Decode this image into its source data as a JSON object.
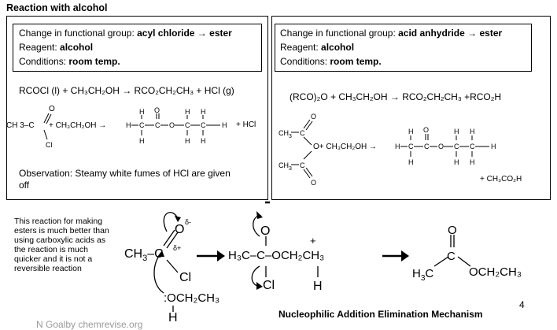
{
  "title": "Reaction with alcohol",
  "left_box": {
    "change_label": "Change in functional group: ",
    "change_value": "acyl chloride → ester",
    "reagent_label": "Reagent: ",
    "reagent_value": "alcohol",
    "conditions_label": "Conditions: ",
    "conditions_value": "room temp.",
    "equation": "RCOCl (l) + CH₃CH₂OH → RCO₂CH₂CH₃ + HCl (g)",
    "struct_reactant": "CH 3–C",
    "struct_plus_ethanol": "+ CH₃CH₂OH →",
    "struct_plus_hcl": "+ HCl",
    "observation": "Observation: Steamy white fumes of HCl are given off"
  },
  "right_box": {
    "change_label": "Change in functional group: ",
    "change_value": "acid anhydride → ester",
    "reagent_label": "Reagent: ",
    "reagent_value": "alcohol",
    "conditions_label": "Conditions: ",
    "conditions_value": "room temp.",
    "equation": "(RCO)₂O  +  CH₃CH₂OH → RCO₂CH₂CH₃ +RCO₂H",
    "struct_plus_ethanol": "O+ CH₃CH₂OH →",
    "struct_product2": "+ CH₃CO₂H"
  },
  "note": "This reaction for making esters is much better than using carboxylic acids as the reaction is much quicker and it is not a reversible reaction",
  "mechanism": {
    "label": "Nucleophilic Addition Elimination Mechanism",
    "alcohol": ":OCH₂CH₃",
    "intermediate_chain": "H₃C–C–OCH₂CH₃",
    "product_ester": "OCH₂CH₃"
  },
  "page_number": "4",
  "credit": "N Goalby chemrevise.org"
}
